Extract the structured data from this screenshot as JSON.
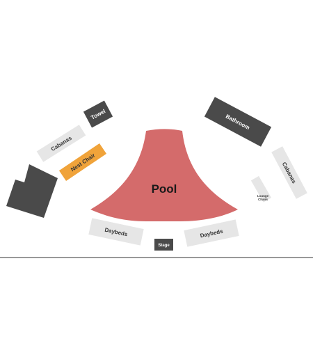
{
  "venue_map": {
    "colors": {
      "pool": "#d46b6b",
      "dark_section": "#4a4a4a",
      "light_section": "#e6e6e6",
      "nest_chair": "#f0a33a",
      "text_dark": "#333333",
      "text_light": "#ffffff"
    },
    "sections": {
      "pool": "Pool",
      "towel": "Towel",
      "bathroom": "Bathroom",
      "cabanas_left": "Cabanas",
      "cabanas_right": "Cabanas",
      "nest_chair": "Nest Chair",
      "lounge_chairs_line1": "Lounge",
      "lounge_chairs_line2": "Chairs",
      "daybeds_left": "Daybeds",
      "daybeds_right": "Daybeds",
      "stage": "Stage"
    }
  }
}
